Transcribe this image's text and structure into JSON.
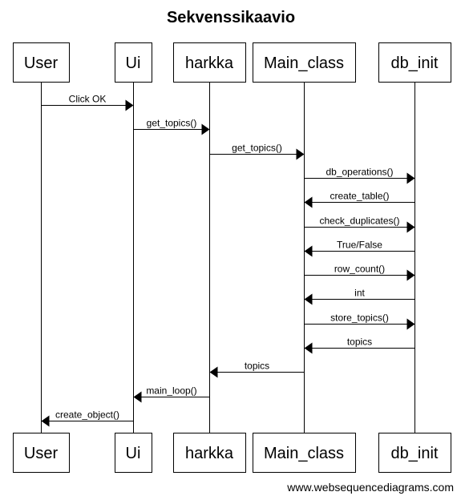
{
  "diagram": {
    "title": "Sekvenssikaavio",
    "footer": "www.websequencediagrams.com",
    "participants": [
      {
        "id": "user",
        "label": "User"
      },
      {
        "id": "ui",
        "label": "Ui"
      },
      {
        "id": "harkka",
        "label": "harkka"
      },
      {
        "id": "main_class",
        "label": "Main_class"
      },
      {
        "id": "db_init",
        "label": "db_init"
      }
    ],
    "messages": [
      {
        "from": "user",
        "to": "ui",
        "label": "Click OK"
      },
      {
        "from": "ui",
        "to": "harkka",
        "label": "get_topics()"
      },
      {
        "from": "harkka",
        "to": "main_class",
        "label": "get_topics()"
      },
      {
        "from": "main_class",
        "to": "db_init",
        "label": "db_operations()"
      },
      {
        "from": "db_init",
        "to": "main_class",
        "label": "create_table()"
      },
      {
        "from": "main_class",
        "to": "db_init",
        "label": "check_duplicates()"
      },
      {
        "from": "db_init",
        "to": "main_class",
        "label": "True/False"
      },
      {
        "from": "main_class",
        "to": "db_init",
        "label": "row_count()"
      },
      {
        "from": "db_init",
        "to": "main_class",
        "label": "int"
      },
      {
        "from": "main_class",
        "to": "db_init",
        "label": "store_topics()"
      },
      {
        "from": "db_init",
        "to": "main_class",
        "label": "topics"
      },
      {
        "from": "main_class",
        "to": "harkka",
        "label": "topics"
      },
      {
        "from": "harkka",
        "to": "ui",
        "label": "main_loop()"
      },
      {
        "from": "ui",
        "to": "user",
        "label": "create_object()"
      }
    ]
  }
}
